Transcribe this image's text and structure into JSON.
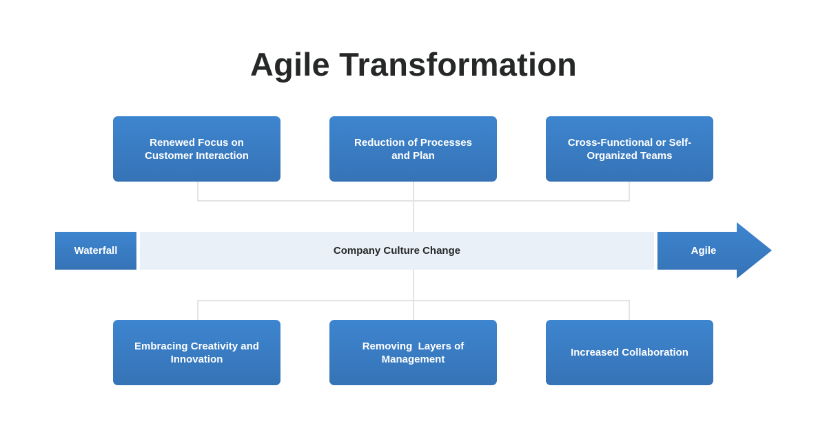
{
  "title": "Agile Transformation",
  "colors": {
    "box_top": "#3d85cf",
    "box_bottom": "#3673b6",
    "band": "#e9f0f7",
    "connector": "#e3e3e3",
    "title": "#262828"
  },
  "timeline": {
    "start_label": "Waterfall",
    "center_label": "Company Culture Change",
    "end_label": "Agile",
    "end_icon": "right-arrow-icon"
  },
  "top_boxes": [
    {
      "label": "Renewed Focus on Customer Interaction"
    },
    {
      "label": "Reduction of Processes and Plan"
    },
    {
      "label": "Cross-Functional or Self-Organized Teams"
    }
  ],
  "bottom_boxes": [
    {
      "label": "Embracing Creativity and Innovation"
    },
    {
      "label": "Removing  Layers of Management"
    },
    {
      "label": "Increased Collaboration"
    }
  ]
}
